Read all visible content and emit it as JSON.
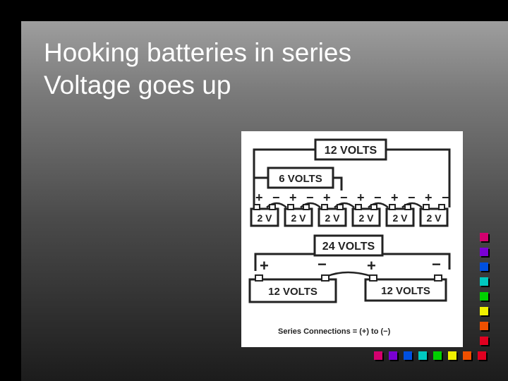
{
  "slide": {
    "title_line1": "Hooking batteries in series",
    "title_line2": "Voltage goes up"
  },
  "diagram": {
    "top_group": {
      "total_label": "12 VOLTS",
      "sub_label": "6 VOLTS",
      "battery_label": "2 V",
      "battery_count": 6,
      "polarity": [
        "+",
        "−",
        "+",
        "−",
        "+",
        "−",
        "+",
        "−",
        "+",
        "−",
        "+",
        "−"
      ]
    },
    "bottom_group": {
      "total_label": "24 VOLTS",
      "left_battery": "12 VOLTS",
      "right_battery": "12 VOLTS",
      "polarity": [
        "+",
        "−",
        "+",
        "−"
      ]
    },
    "caption": "Series Connections = (+) to (−)"
  },
  "decor": {
    "colors": [
      "#d4006e",
      "#7a00d4",
      "#0050e0",
      "#00c8c0",
      "#00d000",
      "#f0f000",
      "#f05000",
      "#e00020"
    ]
  }
}
